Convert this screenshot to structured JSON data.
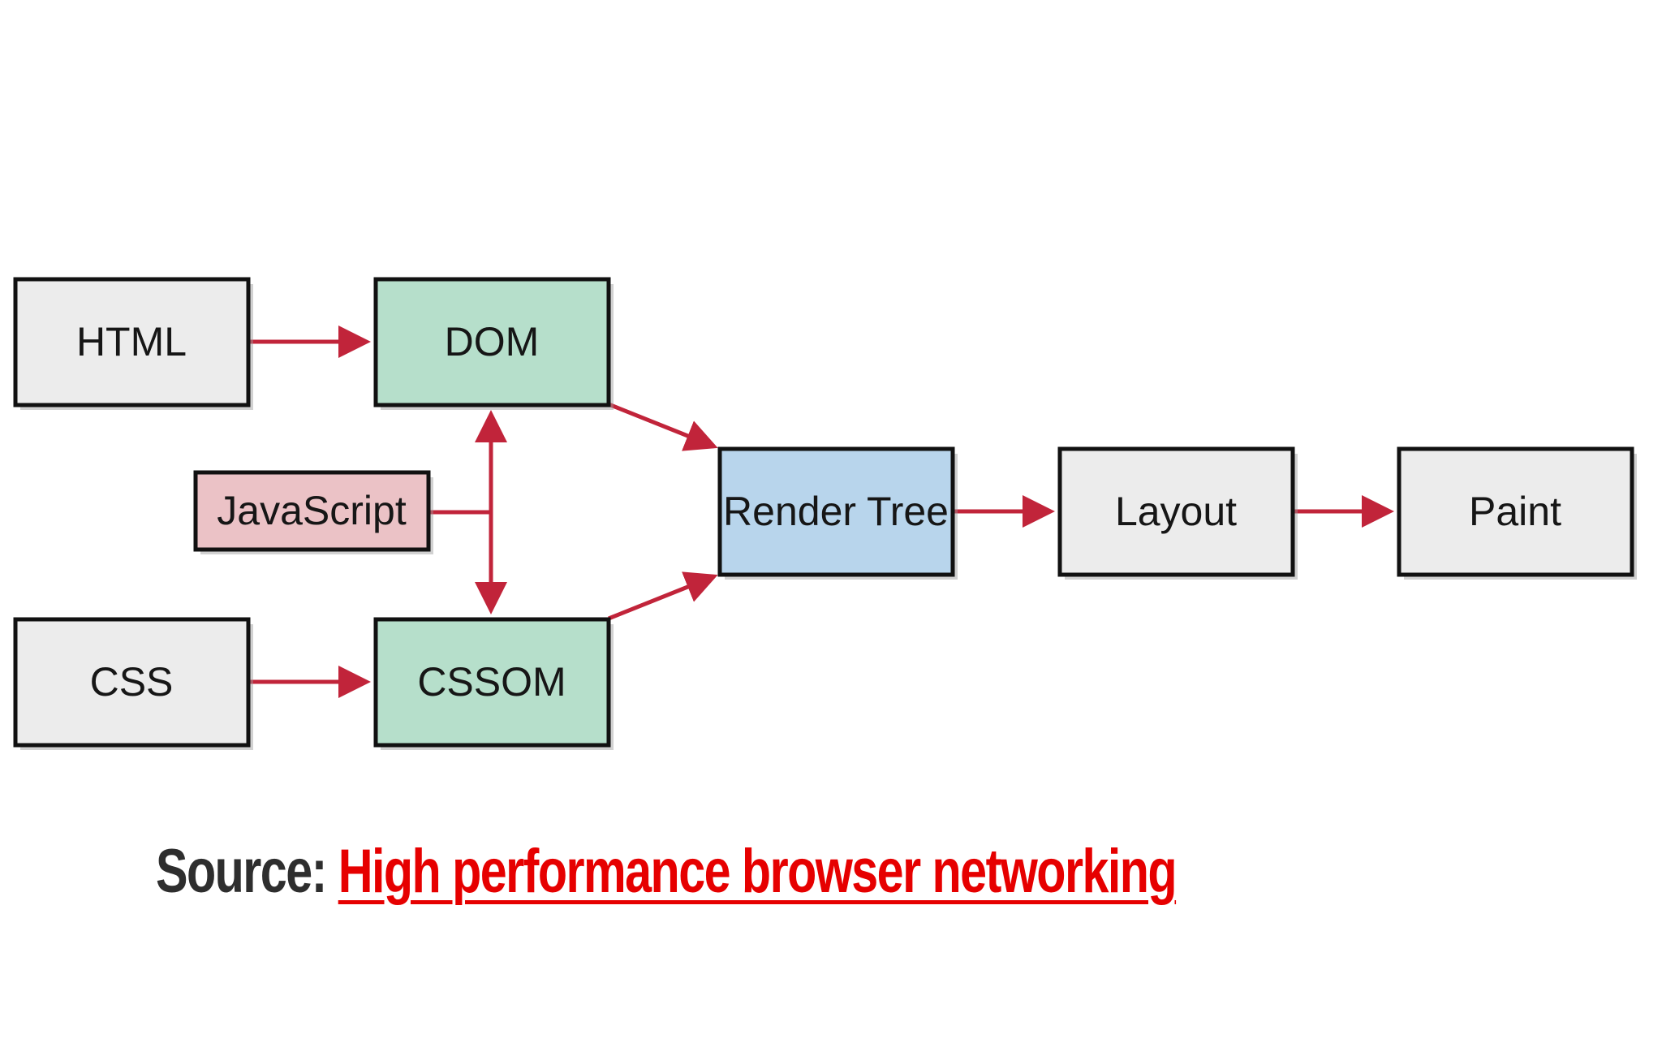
{
  "colors": {
    "input_fill": "#ececec",
    "object_model_fill": "#b6dfcb",
    "script_fill": "#ebc2c6",
    "render_tree_fill": "#b8d5ec",
    "stage_fill": "#ececec",
    "arrow": "#c1243a",
    "border": "#111111",
    "source_label": "#2e2e2e",
    "source_link": "#e60000"
  },
  "nodes": {
    "html": "HTML",
    "dom": "DOM",
    "javascript": "JavaScript",
    "css": "CSS",
    "cssom": "CSSOM",
    "render_tree": "Render Tree",
    "layout": "Layout",
    "paint": "Paint"
  },
  "edges": [
    {
      "from": "HTML",
      "to": "DOM"
    },
    {
      "from": "CSS",
      "to": "CSSOM"
    },
    {
      "from": "JavaScript",
      "to": "DOM"
    },
    {
      "from": "JavaScript",
      "to": "CSSOM"
    },
    {
      "from": "DOM",
      "to": "Render Tree"
    },
    {
      "from": "CSSOM",
      "to": "Render Tree"
    },
    {
      "from": "Render Tree",
      "to": "Layout"
    },
    {
      "from": "Layout",
      "to": "Paint"
    }
  ],
  "source": {
    "label": "Source: ",
    "link_text": "High performance browser networking"
  }
}
